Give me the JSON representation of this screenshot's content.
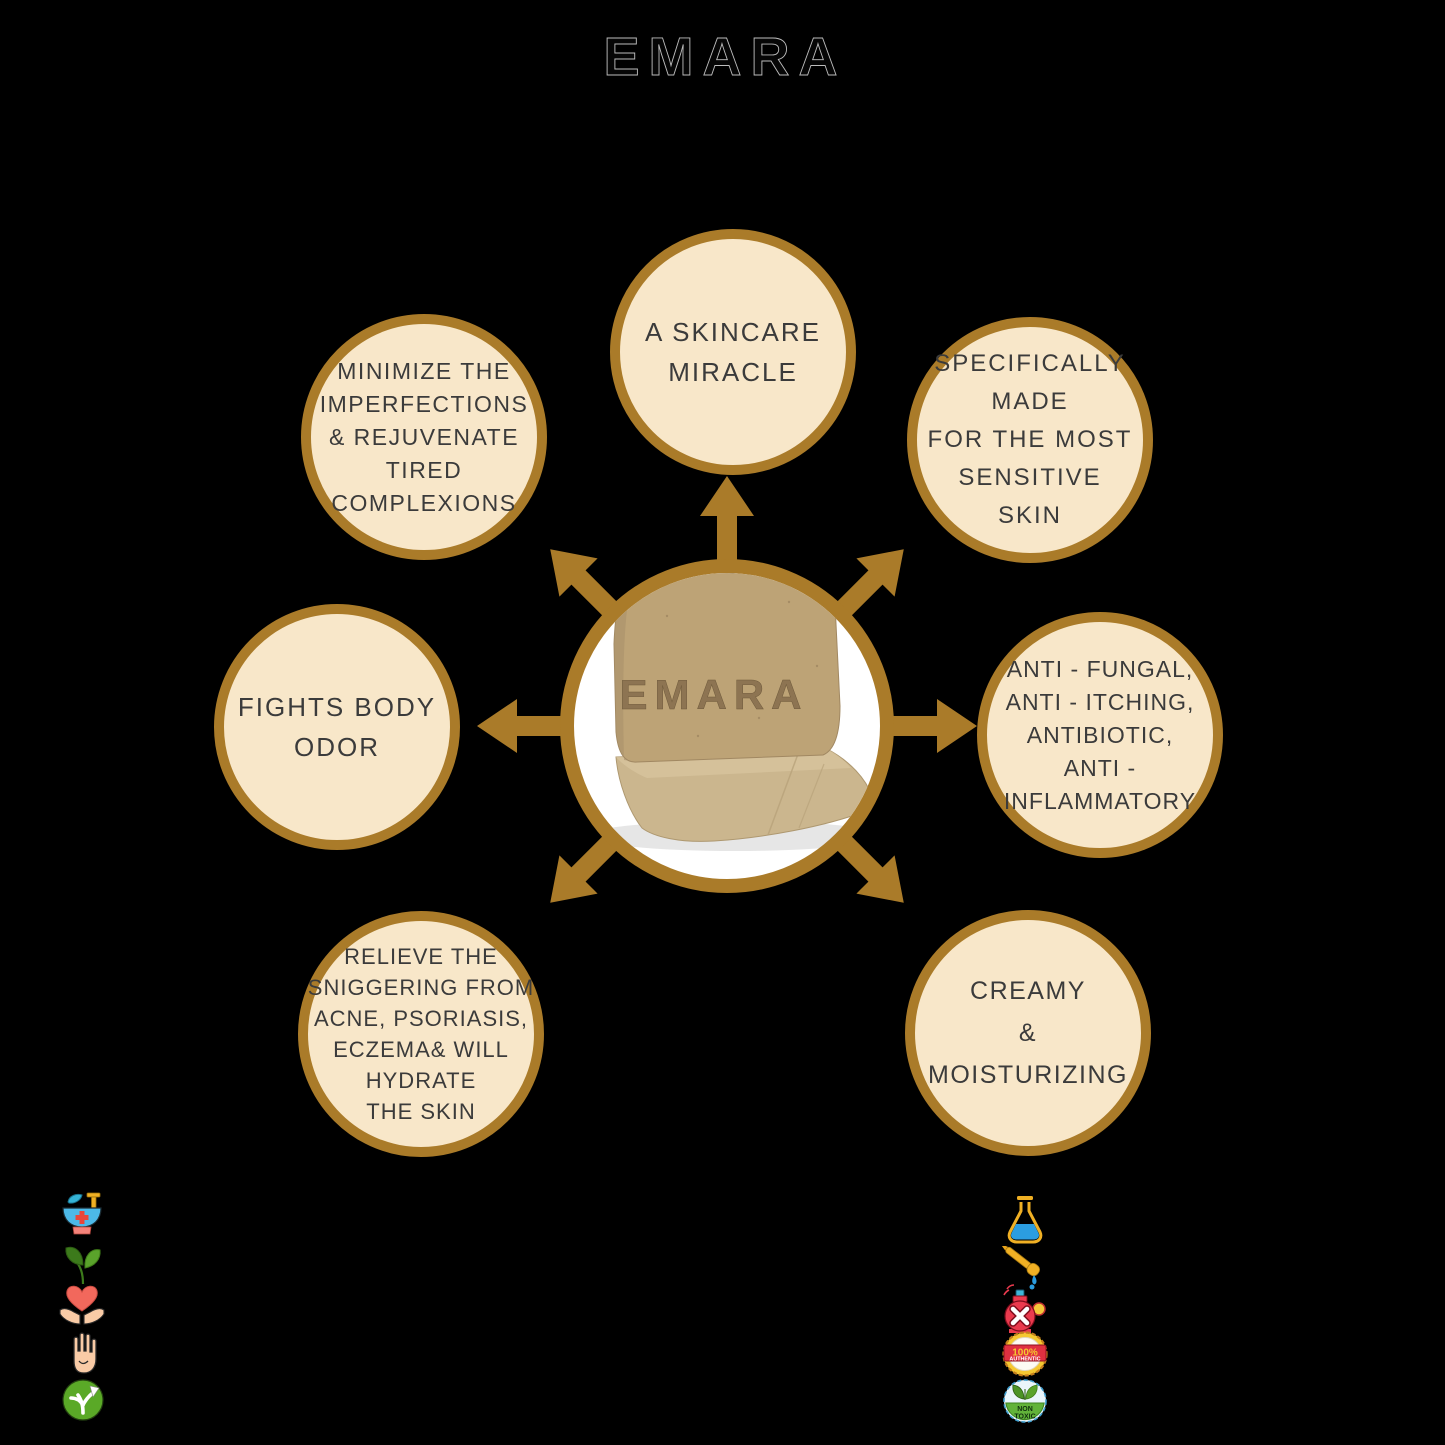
{
  "meta": {
    "background_color": "#000000",
    "accent_gold": "#aa7b29",
    "bubble_fill": "#f8e7c9",
    "bubble_text_color": "#3b3b3b"
  },
  "logo": {
    "text": "EMARA"
  },
  "center": {
    "soap_stamp": "EMARA"
  },
  "bubbles": {
    "top": {
      "lines": [
        "A SKINCARE",
        "MIRACLE"
      ]
    },
    "top_left": {
      "lines": [
        "MINIMIZE THE",
        "IMPERFECTIONS",
        "& REJUVENATE",
        "TIRED",
        "COMPLEXIONS"
      ]
    },
    "top_right": {
      "lines": [
        "SPECIFICALLY",
        "MADE",
        "FOR THE MOST",
        "SENSITIVE",
        "SKIN"
      ]
    },
    "left": {
      "lines": [
        "FIGHTS BODY",
        "ODOR"
      ]
    },
    "right": {
      "lines": [
        "ANTI - FUNGAL,",
        "ANTI - ITCHING,",
        "ANTIBIOTIC,",
        "ANTI -",
        "INFLAMMATORY"
      ]
    },
    "bottom_left": {
      "lines": [
        "RELIEVE THE",
        "SNIGGERING FROM",
        "ACNE, PSORIASIS,",
        "ECZEMA& WILL",
        "HYDRATE",
        "THE SKIN"
      ]
    },
    "bottom_right": {
      "lines": [
        "CREAMY",
        "&",
        "MOISTURIZING"
      ]
    }
  },
  "badges": {
    "authentic_top": "100%",
    "authentic_bottom": "AUTHENTIC",
    "non_toxic_top": "NON",
    "non_toxic_bottom": "TOXIC"
  },
  "icons": {
    "left_column": [
      "mortar-pestle-icon",
      "natural-leaves-icon",
      "heart-in-hands-icon",
      "raised-hand-icon",
      "vegan-sprout-icon"
    ],
    "right_column": [
      "lab-flask-icon",
      "dropper-icon",
      "no-synthetic-fragrance-icon",
      "authentic-100-badge-icon",
      "non-toxic-badge-icon"
    ]
  }
}
